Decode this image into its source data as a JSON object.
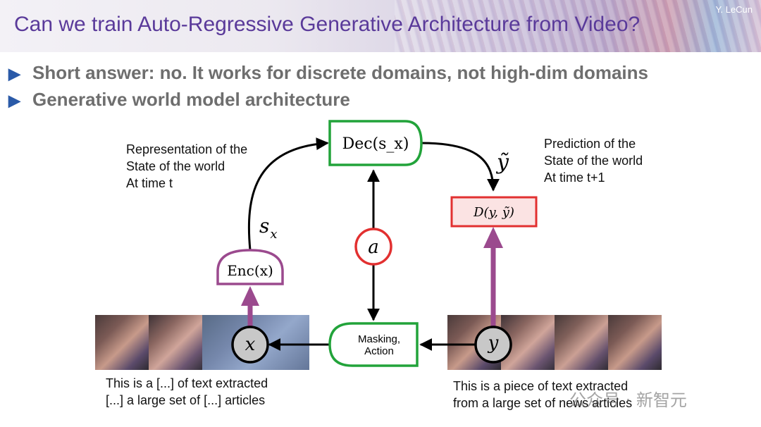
{
  "slide": {
    "title": "Can we train Auto-Regressive Generative Architecture from Video?",
    "author": "Y. LeCun"
  },
  "bullets": [
    {
      "text": "Short answer: no. It works for discrete domains, not high-dim domains"
    },
    {
      "text": "Generative world model architecture"
    }
  ],
  "diagram": {
    "dec_label": "Dec(s_x)",
    "enc_label": "Enc(x)",
    "distance_label": "D(y, ỹ)",
    "action_label": "a",
    "masking_label_line1": "Masking,",
    "masking_label_line2": "Action",
    "x_label": "x",
    "y_label": "y",
    "sx_label": "s",
    "sx_sub": "x",
    "ytilde_label": "ỹ",
    "rep_line1": "Representation of the",
    "rep_line2": "State of the world",
    "rep_line3": "At time t",
    "pred_line1": "Prediction of the",
    "pred_line2": "State of the world",
    "pred_line3": "At time t+1",
    "left_caption_line1": "This is a [...] of text extracted",
    "left_caption_line2": "[...] a large set of [...] articles",
    "right_caption_line1": "This is a piece of text extracted",
    "right_caption_line2": "from a large set of news articles"
  },
  "watermark": "公众号 · 新智元",
  "colors": {
    "green": "#22a33a",
    "purple": "#9b4a8e",
    "red": "#e23030",
    "blue_arrow": "#2a5aa8",
    "title": "#5a3a9a"
  }
}
